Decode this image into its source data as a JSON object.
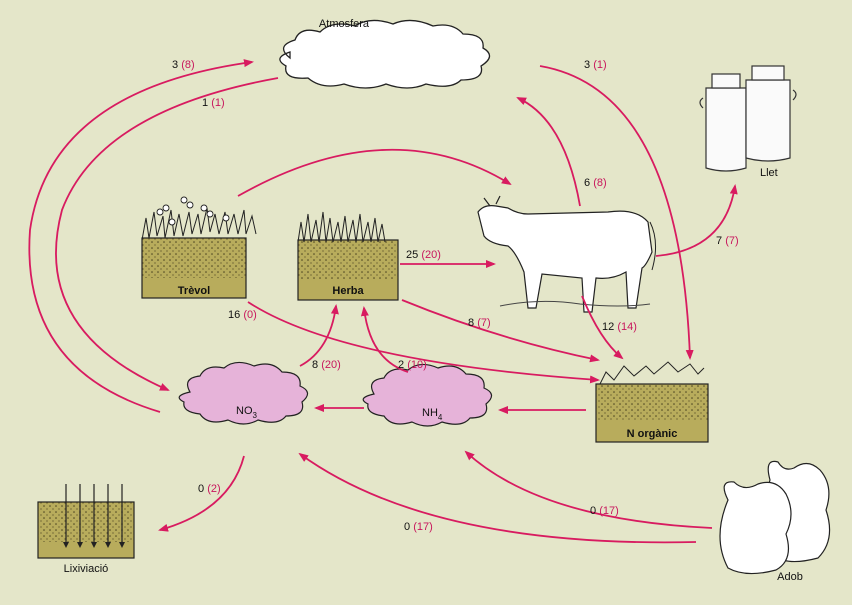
{
  "nodes": {
    "atmosfera": "Atmosfera",
    "llet": "Llet",
    "trevol": "Trèvol",
    "herba": "Herba",
    "no3": "NO",
    "no3_sub": "3",
    "nh4": "NH",
    "nh4_sub": "4",
    "n_organic": "N orgànic",
    "lixiviacio": "Lixiviació",
    "adob": "Adob"
  },
  "flows": {
    "atm_in": {
      "value": "3",
      "alt": "(8)"
    },
    "atm_out": {
      "value": "1",
      "alt": "(1)"
    },
    "atm_to_norg": {
      "value": "3",
      "alt": "(1)"
    },
    "cow_to_atm": {
      "value": "6",
      "alt": "(8)"
    },
    "cow_to_llet": {
      "value": "7",
      "alt": "(7)"
    },
    "herba_to_cow": {
      "value": "25",
      "alt": "(20)"
    },
    "trevol_to_norg": {
      "value": "16",
      "alt": "(0)"
    },
    "herba_to_norg": {
      "value": "8",
      "alt": "(7)"
    },
    "cow_to_norg": {
      "value": "12",
      "alt": "(14)"
    },
    "no3_to_herba": {
      "value": "8",
      "alt": "(20)"
    },
    "nh4_to_herba": {
      "value": "2",
      "alt": "(10)"
    },
    "no3_to_lix": {
      "value": "0",
      "alt": "(2)"
    },
    "adob_to_nh4": {
      "value": "0",
      "alt": "(17)"
    },
    "adob_to_no3": {
      "value": "0",
      "alt": "(17)"
    }
  },
  "colors": {
    "background": "#e4e6c9",
    "arrow": "#d81b60",
    "cloud_pink": "#e6b3d9",
    "soil": "#b8ac5c"
  }
}
